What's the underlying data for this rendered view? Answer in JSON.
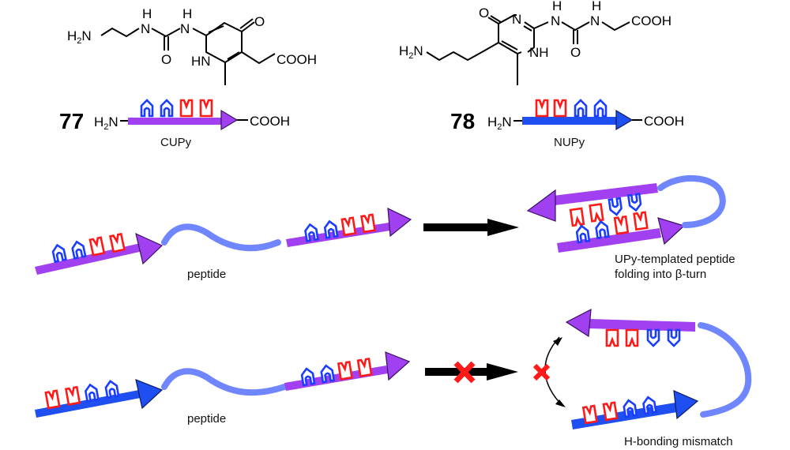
{
  "colors": {
    "cupy_strand": "#a040f0",
    "nupy_strand": "#1f4ff0",
    "donor_motif": "#1a3dff",
    "acceptor_motif": "#ff1a1a",
    "linker": "#6f86ff",
    "block_mark": "#ff1a1a",
    "reaction_arrow": "#000000"
  },
  "compound_77": {
    "number": "77",
    "name": "CUPy",
    "n_terminus": "H2N",
    "c_terminus": "COOH",
    "structure_labels": {
      "amine": "H2N",
      "nh1": "N",
      "h1": "H",
      "nh2": "N",
      "h2": "H",
      "carbonyl_o": "O",
      "ring_o": "O",
      "ring_nh": "HN",
      "acid": "COOH"
    },
    "motif_sequence": [
      "donor",
      "donor",
      "acceptor",
      "acceptor"
    ]
  },
  "compound_78": {
    "number": "78",
    "name": "NUPy",
    "n_terminus": "H2N",
    "c_terminus": "COOH",
    "structure_labels": {
      "amine": "H2N",
      "ring_o": "O",
      "ring_n": "N",
      "nh1": "N",
      "h1": "H",
      "nh2": "N",
      "h2": "H",
      "carbonyl_o": "O",
      "ring_nh": "NH",
      "acid": "COOH"
    },
    "motif_sequence": [
      "acceptor",
      "acceptor",
      "donor",
      "donor"
    ]
  },
  "scheme_top": {
    "linker_label": "peptide",
    "result_label_line1": "UPy-templated peptide",
    "result_label_line2": "folding into β-turn",
    "outcome": "folding"
  },
  "scheme_bottom": {
    "linker_label": "peptide",
    "result_label": "H-bonding mismatch",
    "outcome": "blocked"
  }
}
